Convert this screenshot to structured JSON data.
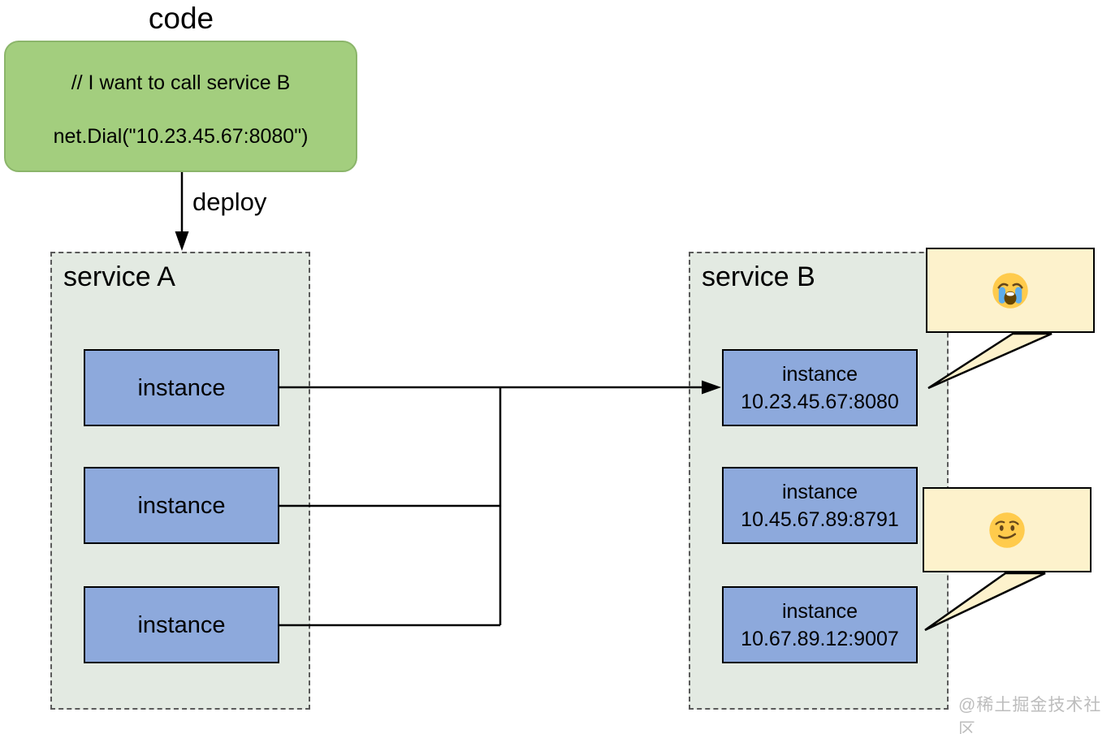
{
  "diagram": {
    "code_title": "code",
    "code_box": {
      "line1": "// I want to call service B",
      "line2": "net.Dial(\"10.23.45.67:8080\")"
    },
    "deploy_label": "deploy",
    "service_a": {
      "title": "service A",
      "instances": [
        {
          "label": "instance"
        },
        {
          "label": "instance"
        },
        {
          "label": "instance"
        }
      ]
    },
    "service_b": {
      "title": "service B",
      "instances": [
        {
          "label": "instance",
          "address": "10.23.45.67:8080"
        },
        {
          "label": "instance",
          "address": "10.45.67.89:8791"
        },
        {
          "label": "instance",
          "address": "10.67.89.12:9007"
        }
      ]
    },
    "bubbles": [
      {
        "icon": "loudly-crying-face-emoji-icon",
        "emoji": "😭"
      },
      {
        "icon": "smirking-face-emoji-icon",
        "emoji": "😏"
      }
    ],
    "watermark": "@稀土掘金技术社区",
    "colors": {
      "code_box_fill": "#a3ce7e",
      "code_box_border": "#8bb56a",
      "service_fill": "#e3eae2",
      "service_border": "#5a5a5a",
      "instance_fill": "#8da9dc",
      "bubble_fill": "#fdf2cc",
      "line": "#000000",
      "emoji_yellow": "#ffcb4c",
      "tear_blue": "#5dadec",
      "watermark_gray": "#bdbdbd"
    }
  }
}
